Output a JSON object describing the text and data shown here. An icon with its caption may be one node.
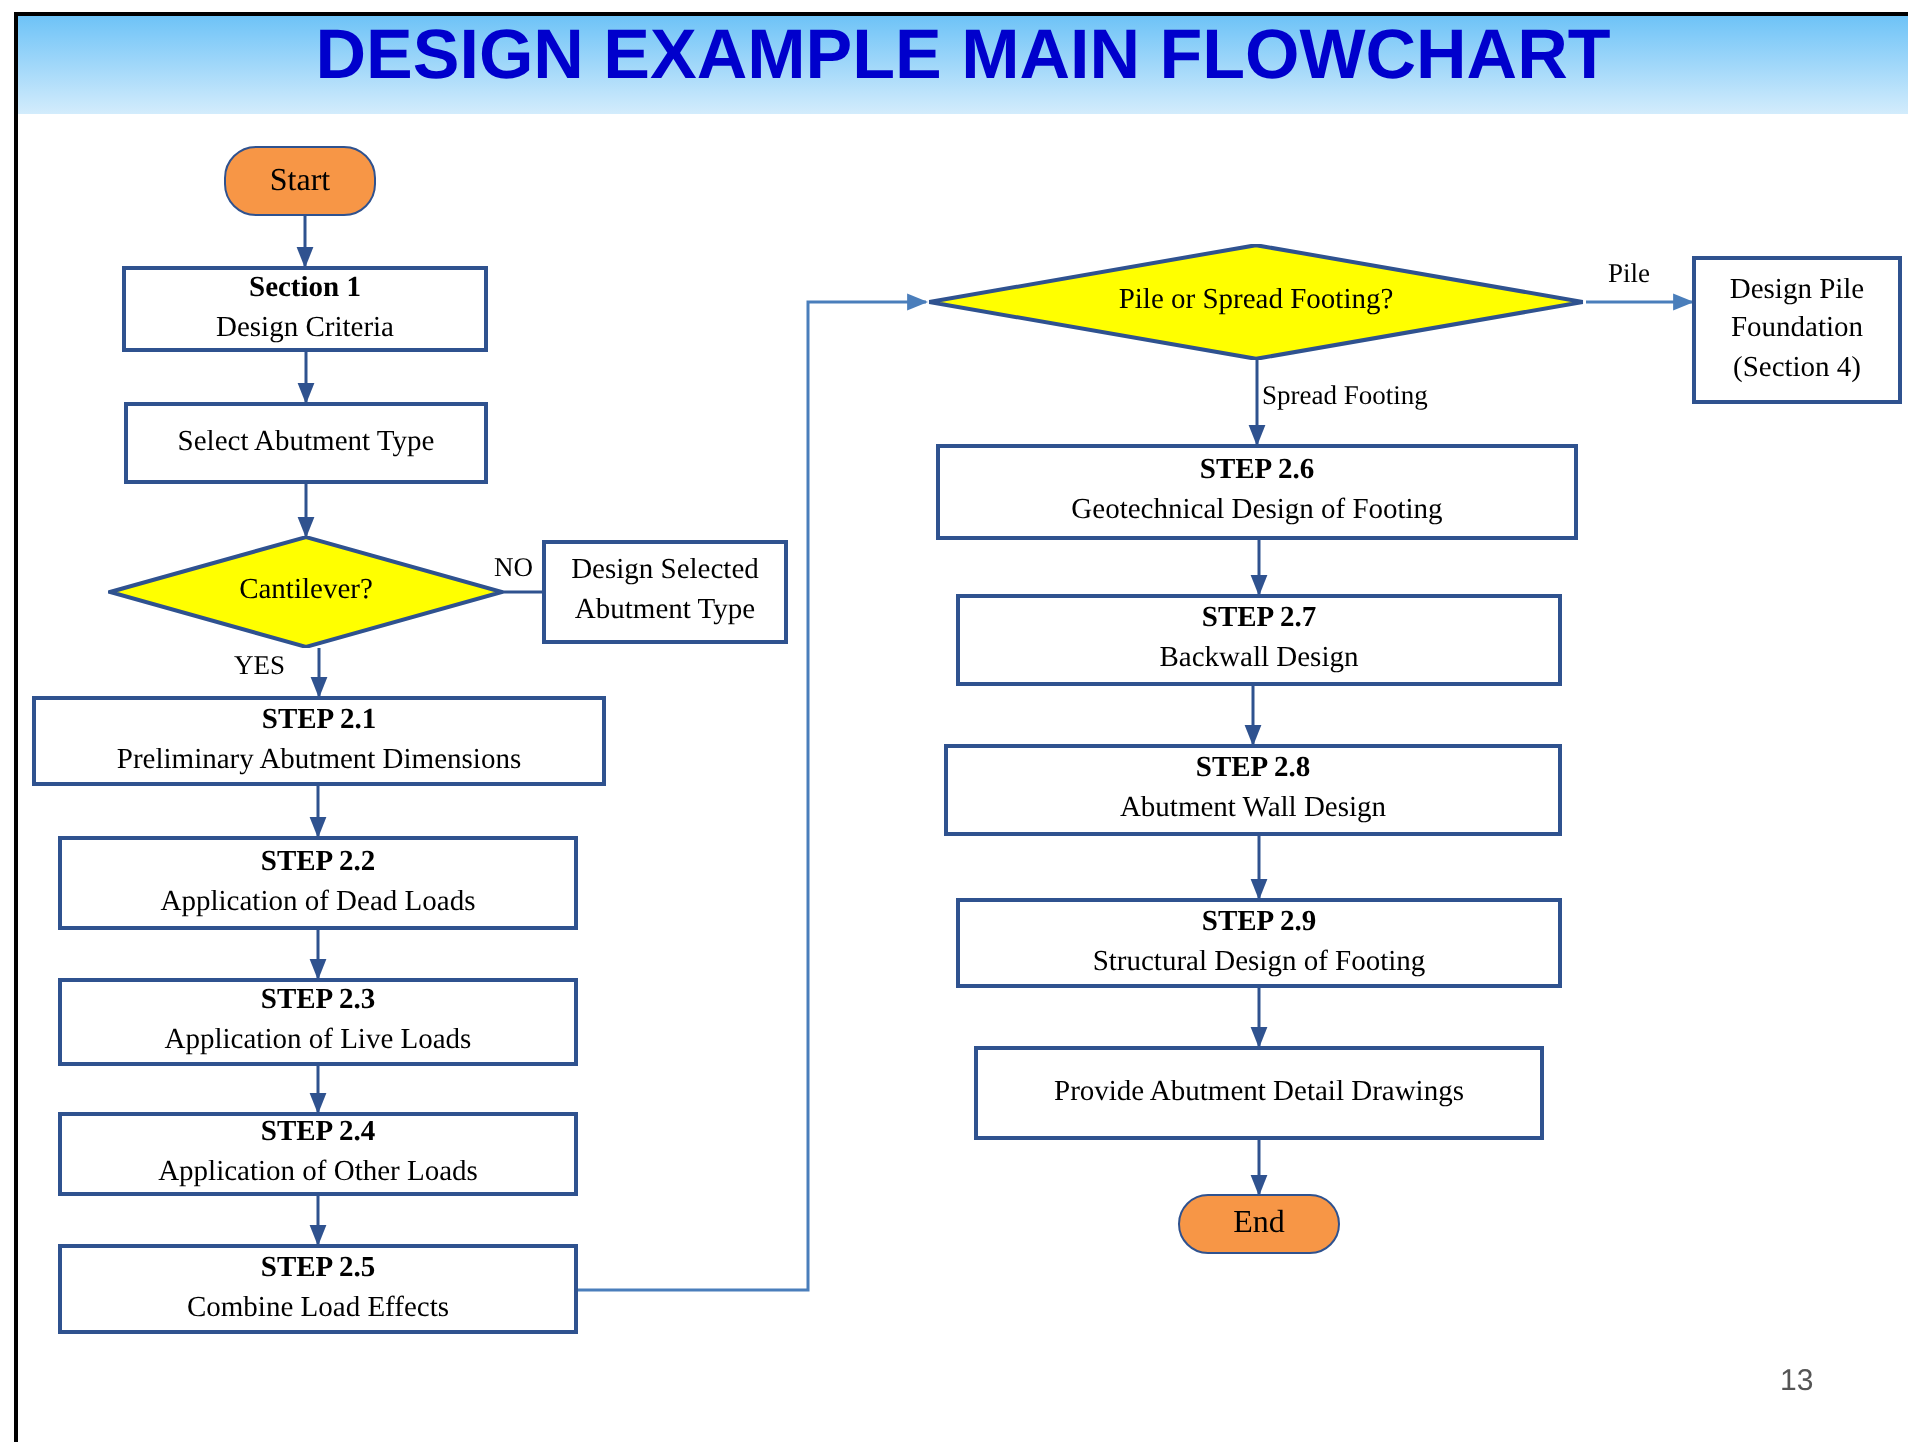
{
  "diagram": {
    "title": "DESIGN EXAMPLE MAIN FLOWCHART",
    "nodes": [
      {
        "text": [
          "Start"
        ]
      },
      {
        "text": [
          "Section 1",
          "Design Criteria"
        ]
      },
      {
        "text": [
          "Select Abutment Type"
        ]
      },
      {
        "text": [
          "Cantilever?"
        ]
      },
      {
        "text": [
          "Design Selected Abutment Type"
        ]
      },
      {
        "text": [
          "STEP 2.1",
          "Preliminary Abutment Dimensions"
        ]
      },
      {
        "text": [
          "STEP 2.2",
          "Application of Dead Loads"
        ]
      },
      {
        "text": [
          "STEP 2.3",
          "Application of Live Loads"
        ]
      },
      {
        "text": [
          "STEP 2.4",
          "Application of Other Loads"
        ]
      },
      {
        "text": [
          "STEP 2.5",
          "Combine Load Effects"
        ]
      },
      {
        "text": [
          "Pile or Spread Footing?"
        ]
      },
      {
        "text": [
          "Design Pile Foundation (Section 4)"
        ]
      },
      {
        "text": [
          "STEP 2.6",
          "Geotechnical Design of Footing"
        ]
      },
      {
        "text": [
          "STEP 2.7",
          "Backwall Design"
        ]
      },
      {
        "text": [
          "STEP 2.8",
          "Abutment Wall Design"
        ]
      },
      {
        "text": [
          "STEP 2.9",
          "Structural Design of Footing"
        ]
      },
      {
        "text": [
          "Provide Abutment Detail Drawings"
        ]
      },
      {
        "text": [
          "End"
        ]
      }
    ],
    "edges": [
      {
        "from": 0,
        "to": 1,
        "arrow": "to"
      },
      {
        "from": 1,
        "to": 2,
        "arrow": "to"
      },
      {
        "from": 2,
        "to": 3,
        "arrow": "to"
      },
      {
        "from": 3,
        "to": 4,
        "arrow": "none",
        "label": "NO"
      },
      {
        "from": 3,
        "to": 5,
        "arrow": "to",
        "label": "YES"
      },
      {
        "from": 5,
        "to": 6,
        "arrow": "to"
      },
      {
        "from": 6,
        "to": 7,
        "arrow": "to"
      },
      {
        "from": 7,
        "to": 8,
        "arrow": "to"
      },
      {
        "from": 8,
        "to": 9,
        "arrow": "to"
      },
      {
        "from": 9,
        "to": 10,
        "arrow": "to",
        "color": "#4a7ebb"
      },
      {
        "from": 10,
        "to": 11,
        "arrow": "to",
        "label": "Pile",
        "color": "#4a7ebb"
      },
      {
        "from": 10,
        "to": 12,
        "arrow": "to",
        "label": "Spread Footing"
      },
      {
        "from": 12,
        "to": 13,
        "arrow": "to"
      },
      {
        "from": 13,
        "to": 14,
        "arrow": "to"
      },
      {
        "from": 14,
        "to": 15,
        "arrow": "to"
      },
      {
        "from": 15,
        "to": 16,
        "arrow": "to"
      },
      {
        "from": 16,
        "to": 17,
        "arrow": "to"
      }
    ],
    "labels": [
      "13"
    ]
  }
}
